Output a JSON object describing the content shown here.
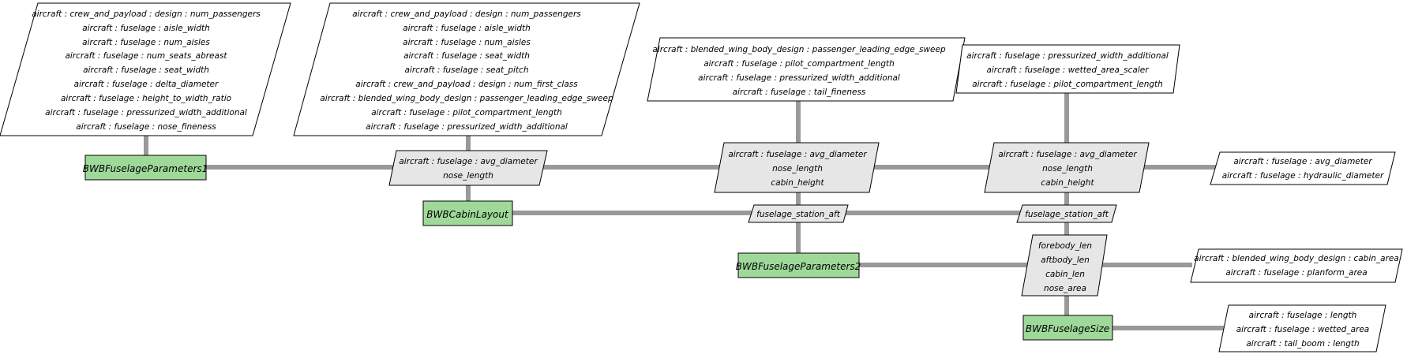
{
  "components": {
    "bwb_fuselage_parameters1": "BWBFuselageParameters1",
    "bwb_cabin_layout": "BWBCabinLayout",
    "bwb_fuselage_parameters2": "BWBFuselageParameters2",
    "bwb_fuselage_size": "BWBFuselageSize"
  },
  "inputs": {
    "params1": [
      "aircraft : crew_and_payload : design : num_passengers",
      "aircraft : fuselage : aisle_width",
      "aircraft : fuselage : num_aisles",
      "aircraft : fuselage : num_seats_abreast",
      "aircraft : fuselage : seat_width",
      "aircraft : fuselage : delta_diameter",
      "aircraft : fuselage : height_to_width_ratio",
      "aircraft : fuselage : pressurized_width_additional",
      "aircraft : fuselage : nose_fineness"
    ],
    "cabin_layout": [
      "aircraft : crew_and_payload : design : num_passengers",
      "aircraft : fuselage : aisle_width",
      "aircraft : fuselage : num_aisles",
      "aircraft : fuselage : seat_width",
      "aircraft : fuselage : seat_pitch",
      "aircraft : crew_and_payload : design : num_first_class",
      "aircraft : blended_wing_body_design : passenger_leading_edge_sweep",
      "aircraft : fuselage : pilot_compartment_length",
      "aircraft : fuselage : pressurized_width_additional"
    ],
    "params2": [
      "aircraft : blended_wing_body_design : passenger_leading_edge_sweep",
      "aircraft : fuselage : pilot_compartment_length",
      "aircraft : fuselage : pressurized_width_additional",
      "aircraft : fuselage : tail_fineness"
    ],
    "size": [
      "aircraft : fuselage : pressurized_width_additional",
      "aircraft : fuselage : wetted_area_scaler",
      "aircraft : fuselage : pilot_compartment_length"
    ]
  },
  "couplings": {
    "p1_out": [
      "aircraft : fuselage : avg_diameter",
      "nose_length"
    ],
    "p1_to_p2": [
      "aircraft : fuselage : avg_diameter",
      "nose_length",
      "cabin_height"
    ],
    "p1_to_size": [
      "aircraft : fuselage : avg_diameter",
      "nose_length",
      "cabin_height"
    ],
    "cabin_to_p2": [
      "fuselage_station_aft"
    ],
    "cabin_to_size": [
      "fuselage_station_aft"
    ],
    "p2_to_size": [
      "forebody_len",
      "aftbody_len",
      "cabin_len",
      "nose_area"
    ]
  },
  "outputs": {
    "params1": [
      "aircraft : fuselage : avg_diameter",
      "aircraft : fuselage : hydraulic_diameter"
    ],
    "params2": [
      "aircraft : blended_wing_body_design : cabin_area",
      "aircraft : fuselage : planform_area"
    ],
    "size": [
      "aircraft : fuselage : length",
      "aircraft : fuselage : wetted_area",
      "aircraft : tail_boom : length"
    ]
  }
}
